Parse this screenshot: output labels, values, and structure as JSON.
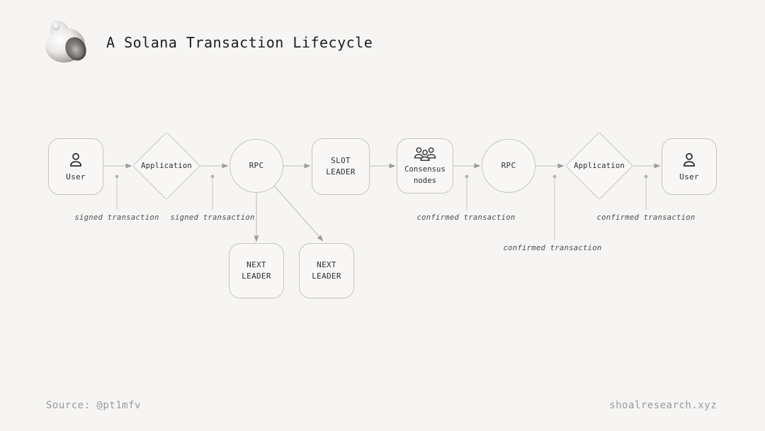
{
  "header": {
    "title": "A Solana Transaction Lifecycle",
    "logo": "shell-illustration"
  },
  "diagram": {
    "nodes": {
      "user1": {
        "label": "User",
        "shape": "rounded-rect",
        "icon": "person-icon"
      },
      "application1": {
        "label": "Application",
        "shape": "diamond"
      },
      "rpc1": {
        "label": "RPC",
        "shape": "circle"
      },
      "slot_leader": {
        "label": "SLOT LEADER",
        "shape": "rounded-rect"
      },
      "consensus": {
        "label": "Consensus nodes",
        "shape": "rounded-rect",
        "icon": "people-group-icon"
      },
      "rpc2": {
        "label": "RPC",
        "shape": "circle"
      },
      "application2": {
        "label": "Application",
        "shape": "diamond"
      },
      "user2": {
        "label": "User",
        "shape": "rounded-rect",
        "icon": "person-icon"
      },
      "next_leader1": {
        "label": "NEXT LEADER",
        "shape": "rounded-rect"
      },
      "next_leader2": {
        "label": "NEXT LEADER",
        "shape": "rounded-rect"
      }
    },
    "annotations": {
      "signed1": "signed transaction",
      "signed2": "signed transaction",
      "confirmed1": "confirmed transaction",
      "confirmed2": "confirmed transaction",
      "confirmed3": "confirmed transaction"
    }
  },
  "footer": {
    "source": "Source: @pt1mfv",
    "site": "shoalresearch.xyz"
  },
  "colors": {
    "background": "#f6f5f3",
    "node_border": "#c6c5c3",
    "connector_line": "#bfbebc",
    "arrowhead": "#9e9d9b",
    "leader_line": "#c9c8c6",
    "node_text": "#2e2e30",
    "annotation_text": "#4c4c4e",
    "title_text": "#1d1d1f",
    "footer_text": "#9a999b"
  }
}
